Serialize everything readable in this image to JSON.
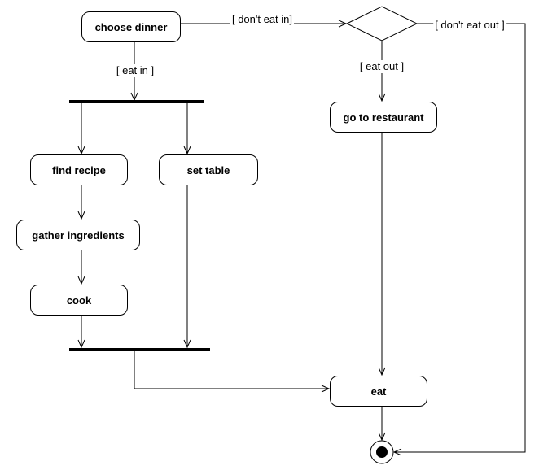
{
  "diagram": {
    "nodes": {
      "choose_dinner": "choose dinner",
      "go_to_restaurant": "go to restaurant",
      "find_recipe": "find recipe",
      "set_table": "set table",
      "gather_ingredients": "gather ingredients",
      "cook": "cook",
      "eat": "eat"
    },
    "guards": {
      "dont_eat_in": "[ don't eat in]",
      "eat_in": "[ eat in ]",
      "eat_out": "[ eat out ]",
      "dont_eat_out": "[ don't eat out ]"
    },
    "colors": {
      "background": "#ffffff",
      "stroke": "#000000",
      "node_fill": "#ffffff",
      "text": "#000000"
    }
  }
}
